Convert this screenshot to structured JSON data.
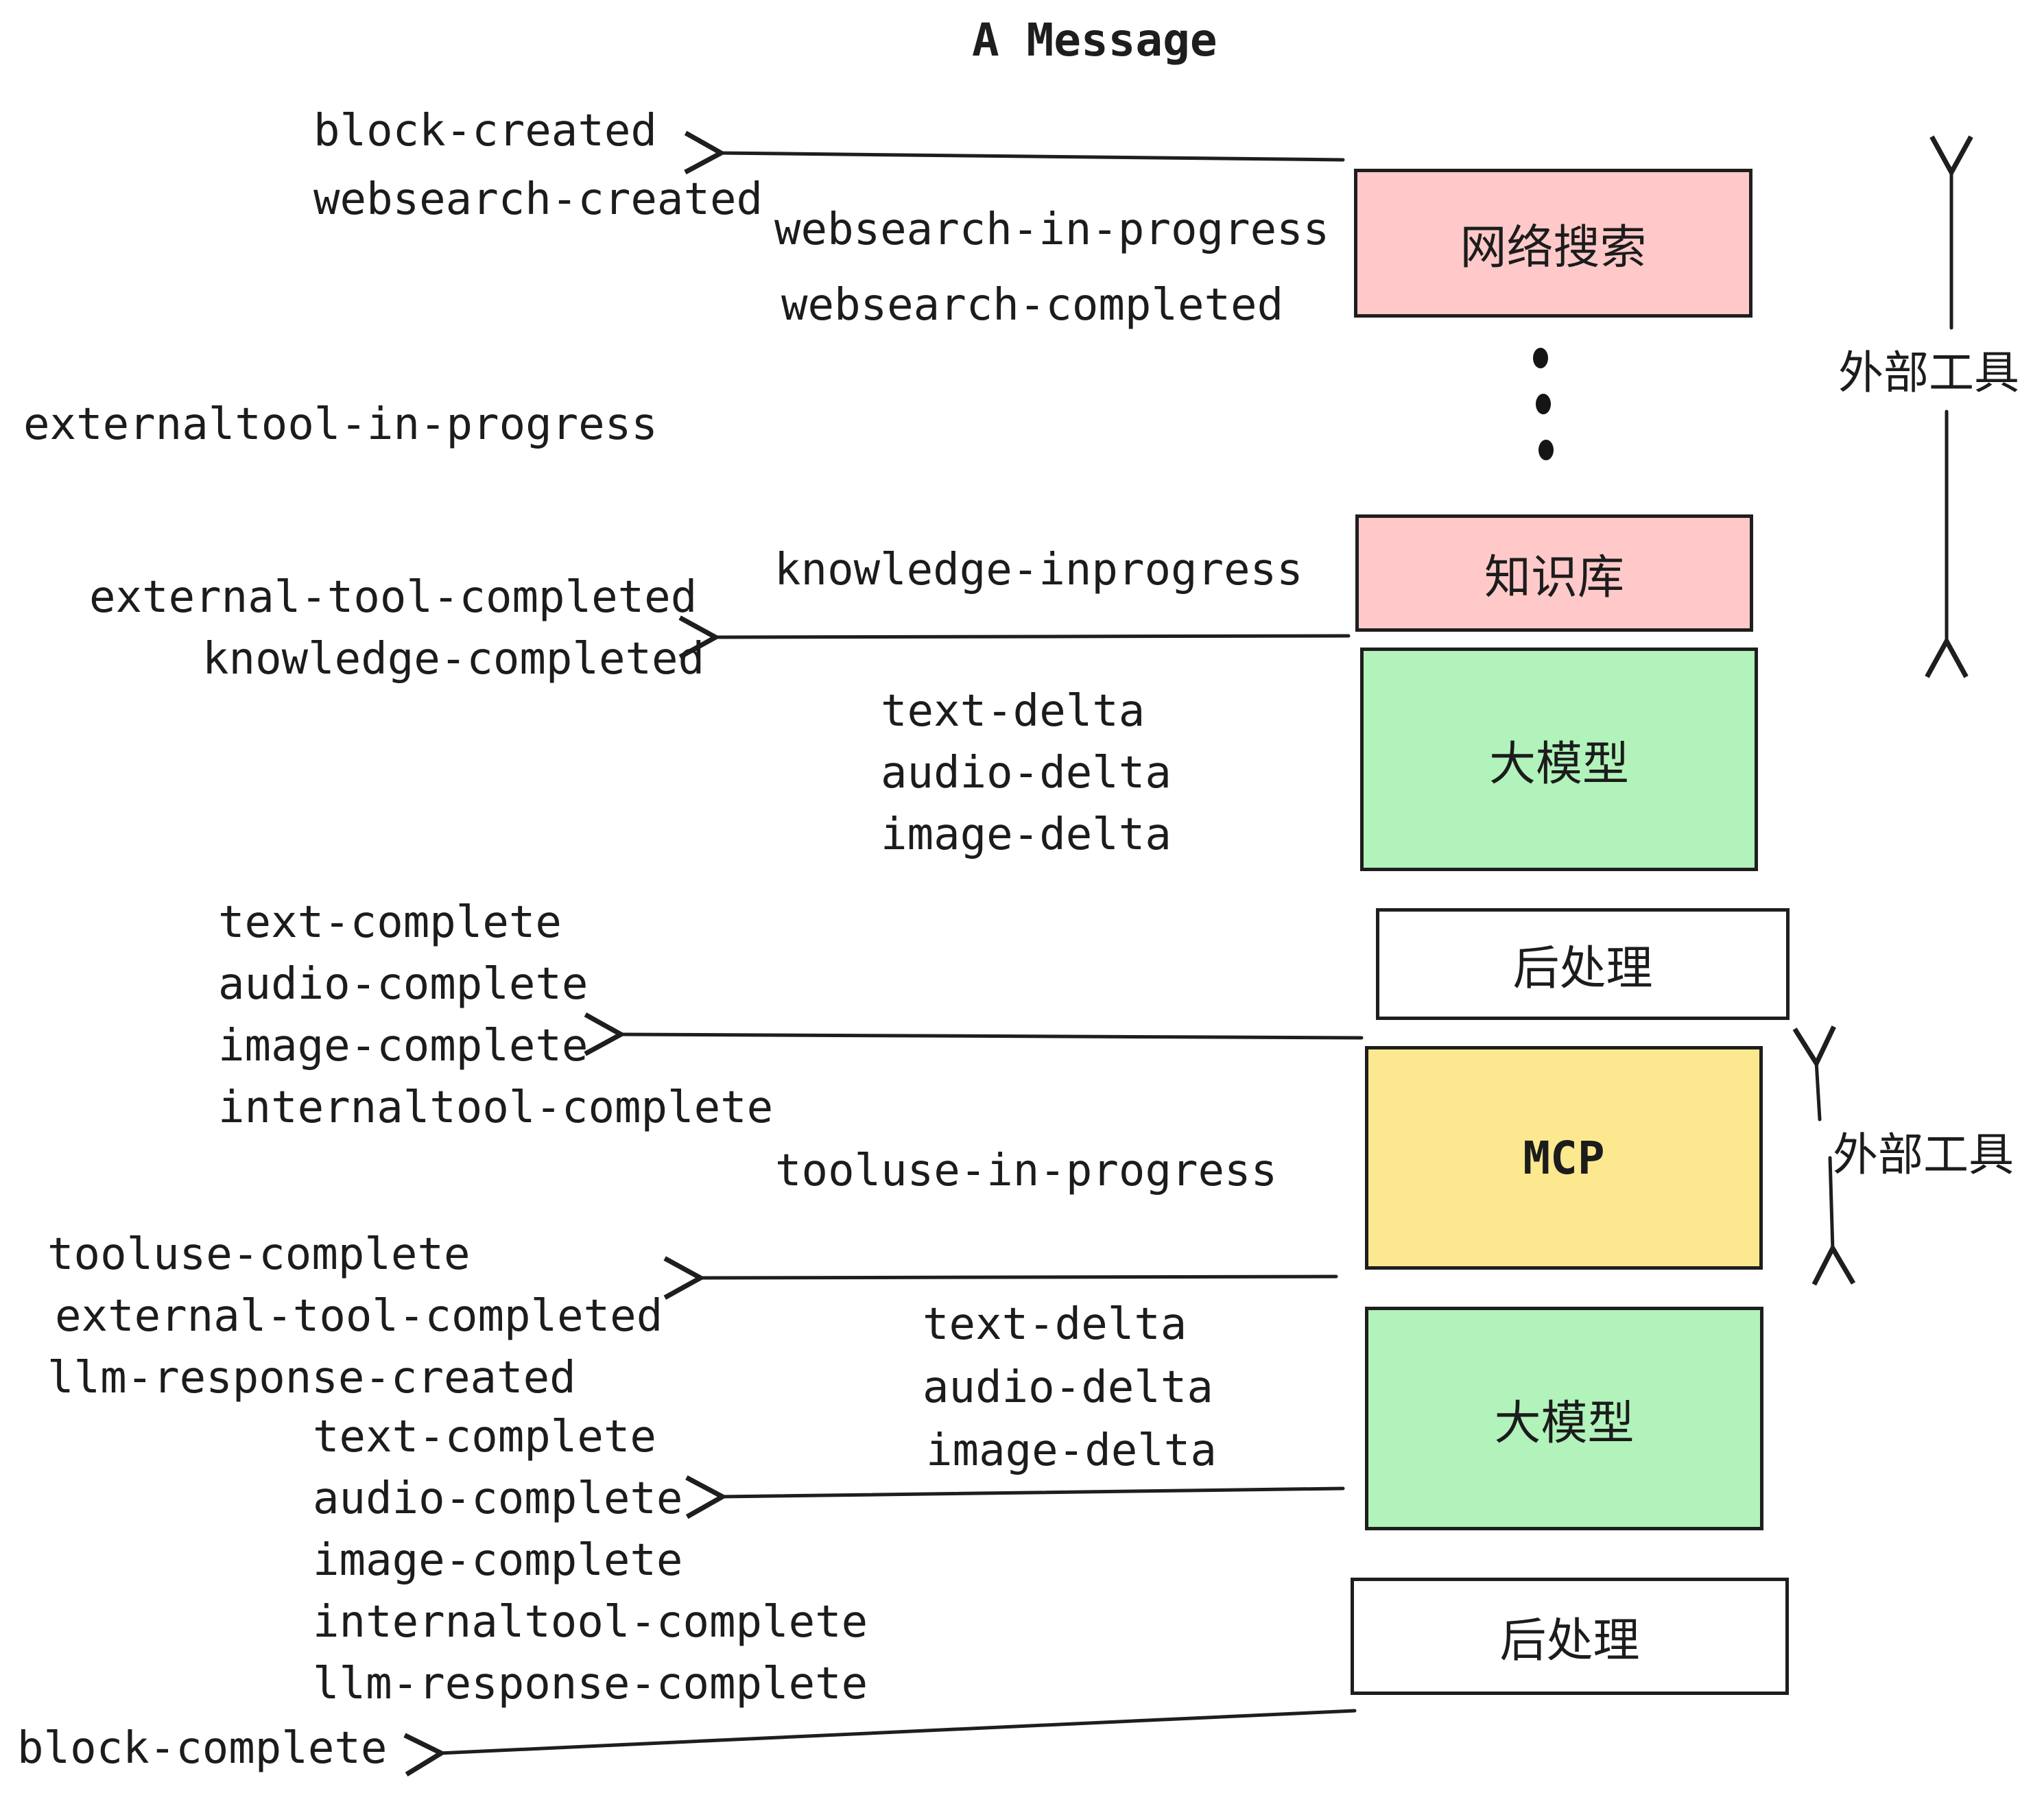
{
  "title": "A Message",
  "colors": {
    "pink": "#ffc9c9",
    "green": "#b2f2bb",
    "yellow": "#fce88f",
    "white": "#ffffff",
    "stroke": "#1e1e1e"
  },
  "boxes": [
    {
      "id": "websearch",
      "label": "网络搜索",
      "color": "pink"
    },
    {
      "id": "knowledge",
      "label": "知识库",
      "color": "pink"
    },
    {
      "id": "llm-1",
      "label": "大模型",
      "color": "green"
    },
    {
      "id": "post-1",
      "label": "后处理",
      "color": "white"
    },
    {
      "id": "mcp",
      "label": "MCP",
      "color": "yellow"
    },
    {
      "id": "llm-2",
      "label": "大模型",
      "color": "green"
    },
    {
      "id": "post-2",
      "label": "后处理",
      "color": "white"
    }
  ],
  "side_labels": [
    {
      "text": "外部工具"
    },
    {
      "text": "外部工具"
    }
  ],
  "events": [
    {
      "text": "block-created"
    },
    {
      "text": "websearch-created"
    },
    {
      "text": "websearch-in-progress"
    },
    {
      "text": "websearch-completed"
    },
    {
      "text": "externaltool-in-progress"
    },
    {
      "text": "knowledge-inprogress"
    },
    {
      "text": "external-tool-completed"
    },
    {
      "text": "knowledge-completed"
    },
    {
      "text": "text-delta"
    },
    {
      "text": "audio-delta"
    },
    {
      "text": "image-delta"
    },
    {
      "text": "text-complete"
    },
    {
      "text": "audio-complete"
    },
    {
      "text": "image-complete"
    },
    {
      "text": "internaltool-complete"
    },
    {
      "text": "tooluse-in-progress"
    },
    {
      "text": "tooluse-complete"
    },
    {
      "text": "external-tool-completed"
    },
    {
      "text": "llm-response-created"
    },
    {
      "text": "text-delta"
    },
    {
      "text": "audio-delta"
    },
    {
      "text": "image-delta"
    },
    {
      "text": "text-complete"
    },
    {
      "text": "audio-complete"
    },
    {
      "text": "image-complete"
    },
    {
      "text": "internaltool-complete"
    },
    {
      "text": "llm-response-complete"
    },
    {
      "text": "block-complete"
    }
  ],
  "ellipsis_dot_count": 3
}
